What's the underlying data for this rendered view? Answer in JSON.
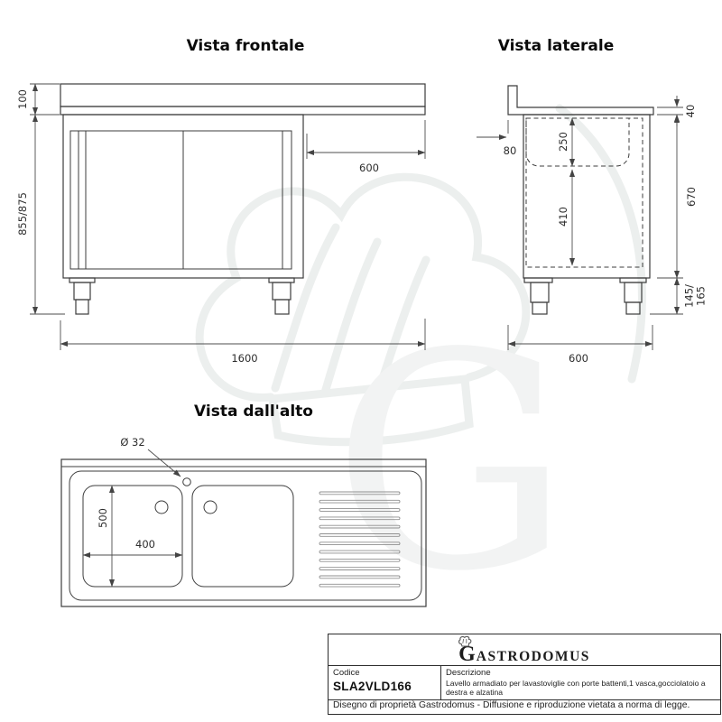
{
  "front_view": {
    "title": "Vista frontale",
    "dims": {
      "alzatina_height": "100",
      "total_height": "855/875",
      "overhang": "600",
      "width": "1600"
    }
  },
  "side_view": {
    "title": "Vista laterale",
    "dims": {
      "back_offset": "80",
      "top_thickness": "40",
      "sink_depth": "250",
      "under_sink": "410",
      "body_height": "670",
      "legs_line1": "145/",
      "legs_line2": "165",
      "depth": "600"
    }
  },
  "top_view": {
    "title": "Vista dall'alto",
    "dims": {
      "drain_hole": "Ø 32",
      "basin_width": "400",
      "basin_depth": "500"
    }
  },
  "watermark": {
    "letter": "G"
  },
  "title_block": {
    "logo_first": "G",
    "logo_rest": "ASTRODOMUS",
    "code_label": "Codice",
    "code_value": "SLA2VLD166",
    "desc_label": "Descrizione",
    "desc_value": "Lavello armadiato per lavastoviglie con porte battenti,1 vasca,gocciolatoio a destra e alzatina",
    "footer": "Disegno di proprietà Gastrodomus -  Diffusione e riproduzione vietata a norma di legge."
  },
  "colors": {
    "line": "#3c3c3c",
    "dim_line": "#4d4d4d",
    "watermark": "#eef0f0"
  }
}
